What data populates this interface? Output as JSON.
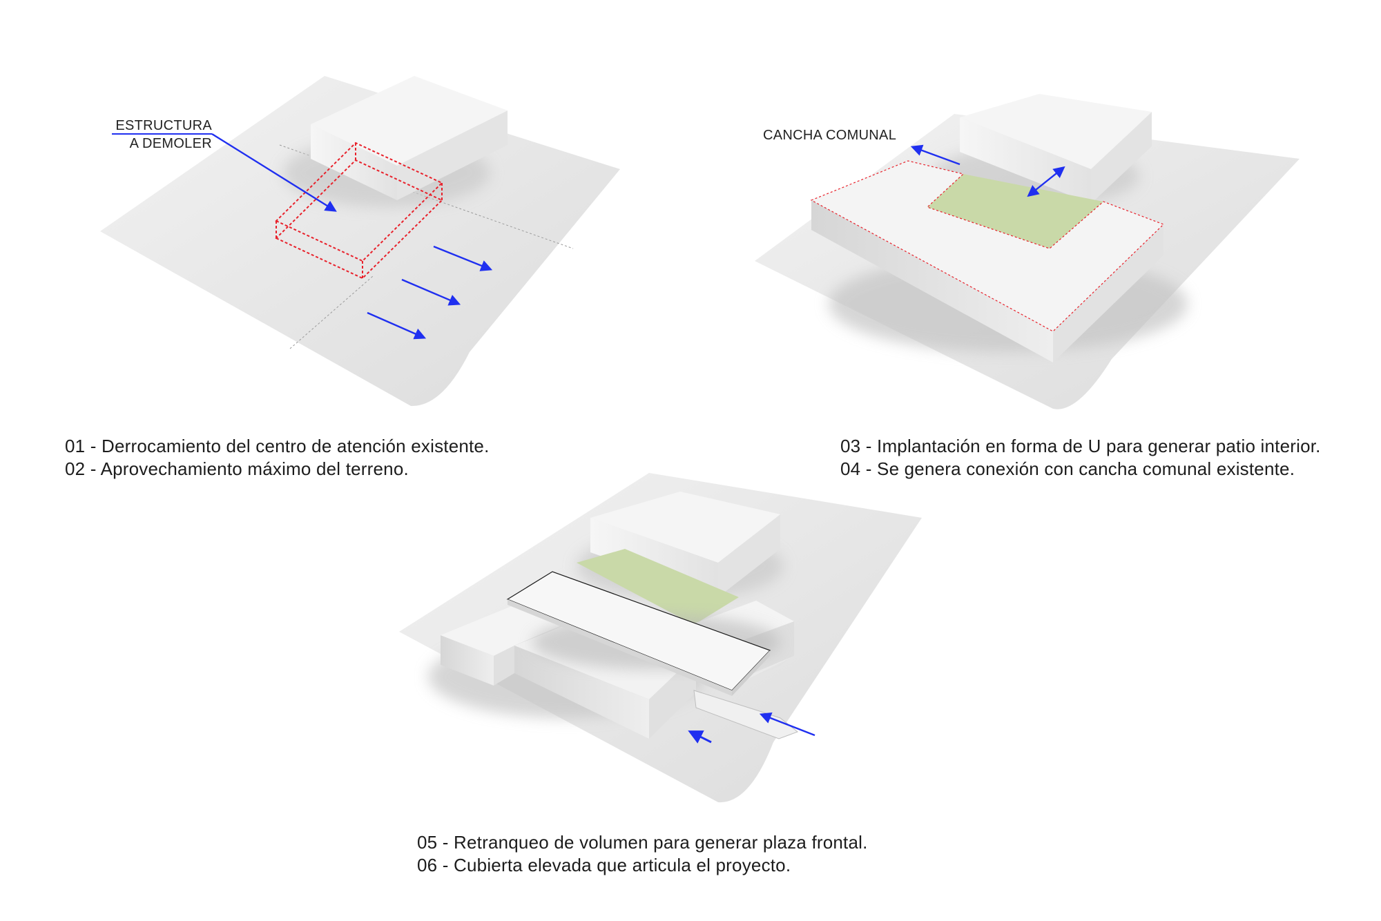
{
  "diagrams": [
    {
      "id": "step-1",
      "label_lines": [
        "ESTRUCTURA",
        "A DEMOLER"
      ],
      "caption_lines": [
        "01 - Derrocamiento del centro de atención existente.",
        "02 - Aprovechamiento máximo del terreno."
      ]
    },
    {
      "id": "step-2",
      "label_lines": [
        "CANCHA COMUNAL"
      ],
      "caption_lines": [
        "03 - Implantación en forma de U para generar patio interior.",
        "04 - Se genera conexión con cancha comunal existente."
      ]
    },
    {
      "id": "step-3",
      "caption_lines": [
        "05 - Retranqueo de volumen para generar plaza frontal.",
        "06 - Cubierta elevada que articula el proyecto."
      ]
    }
  ],
  "colors": {
    "arrow": "#1f2ff0",
    "demolish_outline": "#e8202a",
    "patio_green": "#c9d9a8",
    "block_top": "#f4f4f4",
    "site": "#eeeeee"
  }
}
